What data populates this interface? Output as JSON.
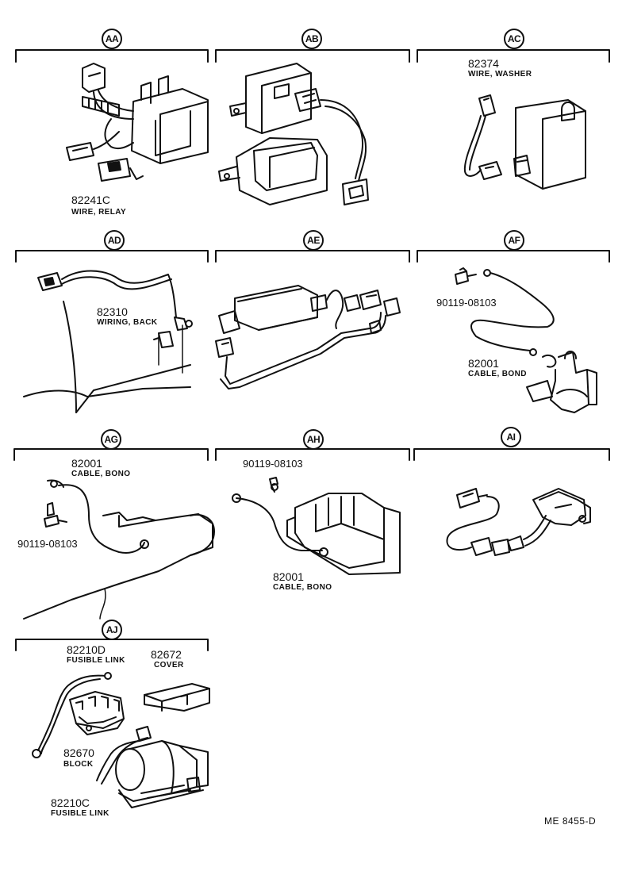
{
  "sections": [
    {
      "id": "AA",
      "parts": [
        {
          "number": "82241C",
          "name": "WIRE, RELAY"
        }
      ]
    },
    {
      "id": "AB",
      "parts": []
    },
    {
      "id": "AC",
      "parts": [
        {
          "number": "82374",
          "name": "WIRE, WASHER"
        }
      ]
    },
    {
      "id": "AD",
      "parts": [
        {
          "number": "82310",
          "name": "WIRING, BACK"
        }
      ]
    },
    {
      "id": "AE",
      "parts": []
    },
    {
      "id": "AF",
      "parts": [
        {
          "number": "90119-08103",
          "name": ""
        },
        {
          "number": "82001",
          "name": "CABLE, BOND"
        }
      ]
    },
    {
      "id": "AG",
      "parts": [
        {
          "number": "82001",
          "name": "CABLE, BONO"
        },
        {
          "number": "90119-08103",
          "name": ""
        }
      ]
    },
    {
      "id": "AH",
      "parts": [
        {
          "number": "90119-08103",
          "name": ""
        },
        {
          "number": "82001",
          "name": "CABLE, BONO"
        }
      ]
    },
    {
      "id": "AI",
      "parts": []
    },
    {
      "id": "AJ",
      "parts": [
        {
          "number": "82210D",
          "name": "FUSIBLE LINK"
        },
        {
          "number": "82672",
          "name": "COVER"
        },
        {
          "number": "82670",
          "name": "BLOCK"
        },
        {
          "number": "82210C",
          "name": "FUSIBLE LINK"
        }
      ]
    }
  ],
  "reference": "ME  8455-D"
}
